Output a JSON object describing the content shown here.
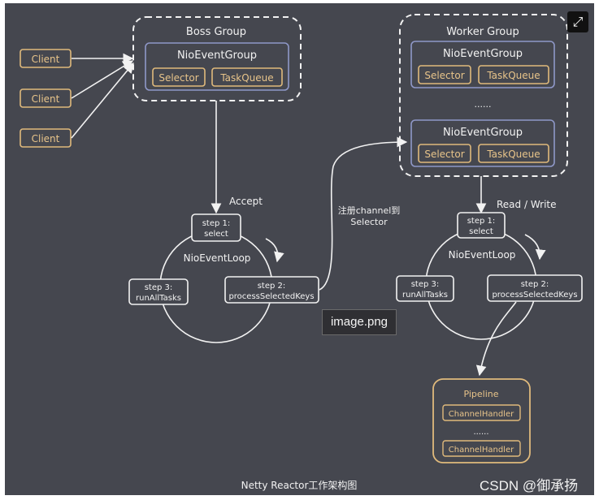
{
  "boss": {
    "title": "Boss Group",
    "nio": "NioEventGroup",
    "selector": "Selector",
    "taskqueue": "TaskQueue"
  },
  "clients": [
    "Client",
    "Client",
    "Client"
  ],
  "worker": {
    "title": "Worker Group",
    "nio1": "NioEventGroup",
    "selector1": "Selector",
    "taskqueue1": "TaskQueue",
    "ellipsis": "......",
    "nio2": "NioEventGroup",
    "selector2": "Selector",
    "taskqueue2": "TaskQueue"
  },
  "left_loop": {
    "accept": "Accept",
    "loop_label": "NioEventLoop",
    "step1_a": "step 1:",
    "step1_b": "select",
    "step2_a": "step 2:",
    "step2_b": "processSelectedKeys",
    "step3_a": "step 3:",
    "step3_b": "runAllTasks"
  },
  "register": {
    "line1": "注册channel到",
    "line2": "Selector"
  },
  "right_loop": {
    "readwrite": "Read / Write",
    "loop_label": "NioEventLoop",
    "step1_a": "step 1:",
    "step1_b": "select",
    "step2_a": "step 2:",
    "step2_b": "processSelectedKeys",
    "step3_a": "step 3:",
    "step3_b": "runAllTasks"
  },
  "pipeline": {
    "title": "Pipeline",
    "handler1": "ChannelHandler",
    "ellipsis": "......",
    "handler2": "ChannelHandler"
  },
  "caption": "Netty Reactor工作架构图",
  "tooltip": "image.png",
  "watermark": "CSDN @御承扬",
  "expand_icon": "⤢",
  "colors": {
    "background": "#45474f",
    "client_border": "#e0ba7c",
    "group_border": "#8f98c8",
    "line": "#f2f2f2"
  }
}
